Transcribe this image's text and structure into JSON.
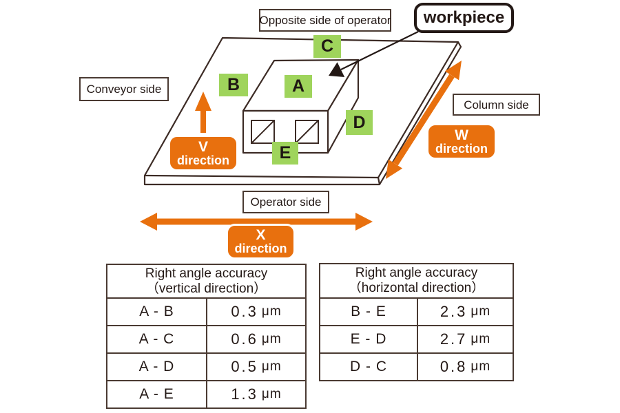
{
  "labels": {
    "opposite_side": "Opposite side of operator",
    "conveyor_side": "Conveyor side",
    "column_side": "Column side",
    "operator_side": "Operator side",
    "workpiece": "workpiece"
  },
  "faces": {
    "a": "A",
    "b": "B",
    "c": "C",
    "d": "D",
    "e": "E"
  },
  "directions": {
    "v_letter": "V",
    "v_word": "direction",
    "w_letter": "W",
    "w_word": "direction",
    "x_letter": "X",
    "x_word": "direction"
  },
  "colors": {
    "accent_orange": "#e8700e",
    "label_green": "#9fd45c",
    "line_dark": "#3c2b25",
    "text_dark": "#231815"
  },
  "tables": {
    "vertical": {
      "title_line1": "Right angle accuracy",
      "title_line2": "（vertical direction）",
      "rows": [
        {
          "pair": "A - B",
          "value": "0.3",
          "unit": "μm"
        },
        {
          "pair": "A - C",
          "value": "0.6",
          "unit": "μm"
        },
        {
          "pair": "A - D",
          "value": "0.5",
          "unit": "μm"
        },
        {
          "pair": "A - E",
          "value": "1.3",
          "unit": "μm"
        }
      ]
    },
    "horizontal": {
      "title_line1": "Right angle accuracy",
      "title_line2": "（horizontal direction）",
      "rows": [
        {
          "pair": "B - E",
          "value": "2.3",
          "unit": "μm"
        },
        {
          "pair": "E - D",
          "value": "2.7",
          "unit": "μm"
        },
        {
          "pair": "D - C",
          "value": "0.8",
          "unit": "μm"
        }
      ]
    }
  }
}
